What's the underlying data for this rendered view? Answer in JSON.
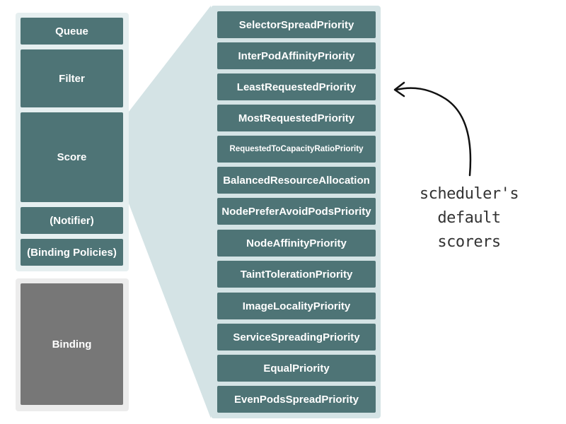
{
  "stages": {
    "queue": "Queue",
    "filter": "Filter",
    "score": "Score",
    "notifier": "(Notifier)",
    "binding_policies": "(Binding Policies)",
    "binding": "Binding"
  },
  "scorers": [
    "SelectorSpreadPriority",
    "InterPodAffinityPriority",
    "LeastRequestedPriority",
    "MostRequestedPriority",
    "RequestedToCapacityRatioPriority",
    "BalancedResourceAllocation",
    "NodePreferAvoidPodsPriority",
    "NodeAffinityPriority",
    "TaintTolerationPriority",
    "ImageLocalityPriority",
    "ServiceSpreadingPriority",
    "EqualPriority",
    "EvenPodsSpreadPriority"
  ],
  "annotation": {
    "line1": "scheduler's default",
    "line2": "scorers"
  },
  "colors": {
    "teal": "#4e7476",
    "gray": "#777777",
    "panel_light": "#e6eff0",
    "panel_gray": "#ececec",
    "expand_fill": "#d4e3e5"
  }
}
